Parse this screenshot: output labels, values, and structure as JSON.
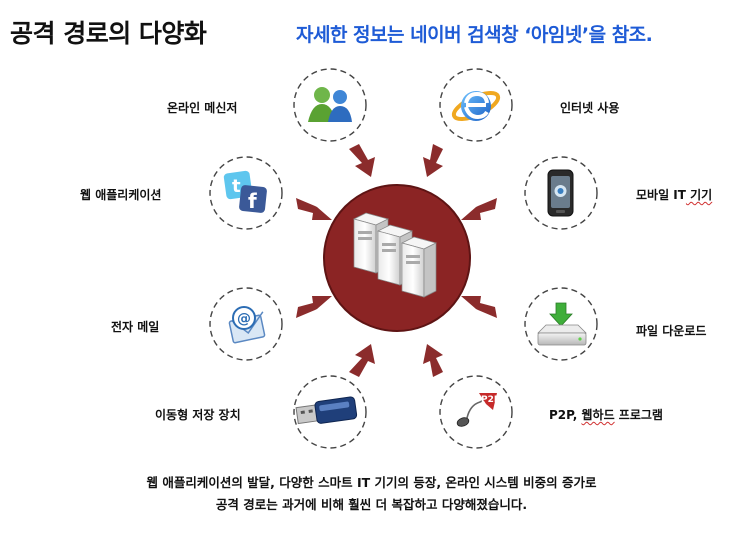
{
  "header": {
    "title": "공격 경로의 다양화",
    "subtitle": "자세한 정보는 네이버 검색창 ‘아임넷’을 참조."
  },
  "nodes": [
    {
      "label": "온라인 메신저",
      "icon": "messenger-people-icon"
    },
    {
      "label": "인터넷 사용",
      "icon": "internet-explorer-icon"
    },
    {
      "label": "웹 애플리케이션",
      "icon": "twitter-facebook-icon"
    },
    {
      "label_prefix": "모바일 IT",
      "label_suffix": " 기기",
      "icon": "mobile-phone-icon"
    },
    {
      "label": "전자 메일",
      "icon": "email-icon"
    },
    {
      "label": "파일 다운로드",
      "icon": "download-drive-icon"
    },
    {
      "label": "이동형 저장 장치",
      "icon": "usb-drive-icon"
    },
    {
      "label_prefix": "P2P, ",
      "label_underlined": "웹하드",
      "label_suffix": " 프로그램",
      "icon": "p2p-mouse-icon",
      "badge": "P2P"
    }
  ],
  "center": {
    "icon": "servers-icon",
    "color": "#8b2424"
  },
  "arrow_color": "#8b2c2c",
  "caption": {
    "line1": "웹 애플리케이션의 발달, 다양한 스마트 IT 기기의 등장, 온라인 시스템 비중의 증가로",
    "line2": "공격 경로는 과거에 비해 훨씬 더 복잡하고 다양해졌습니다."
  }
}
